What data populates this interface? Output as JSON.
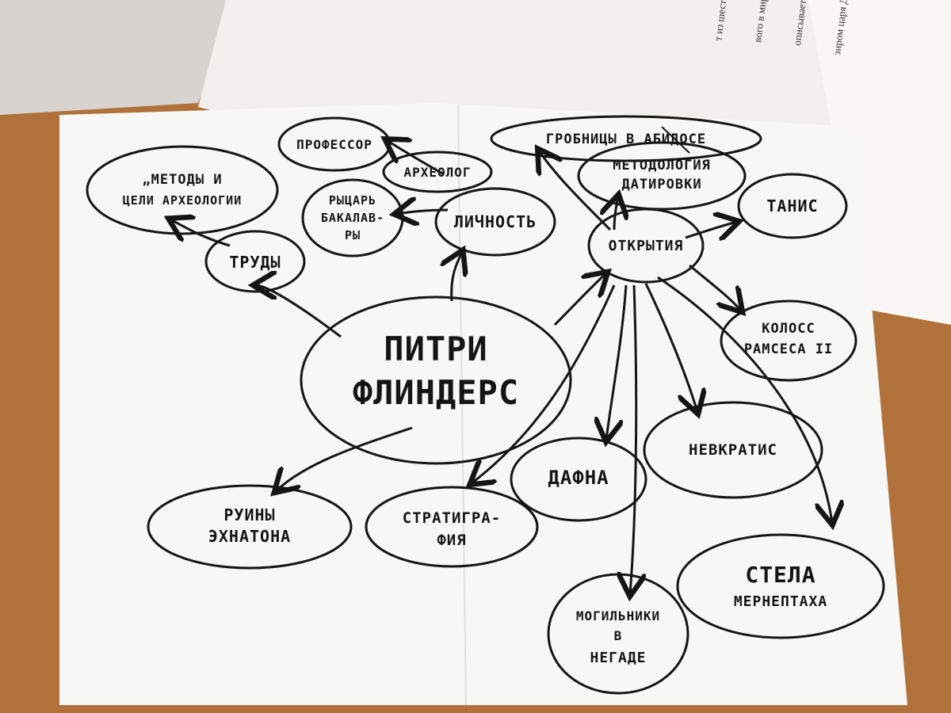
{
  "background_documents": {
    "top_right_sheet_lines": [
      "т из шести гробницей пирамиду, был фараон Джосер,",
      "вого в мире каменного с массивной прямоугольной ступенек. До постройки первой",
      "описывается Имхотепу - ают арабские скамейки - мастабы - и под этим",
      "зиром царя Джосера. Сл"
    ]
  },
  "mind_map": {
    "center": [
      "ПИТРИ",
      "ФЛИНДЕРС"
    ],
    "nodes": {
      "trudy": [
        "ТРУДЫ"
      ],
      "metody": [
        "„МЕТОДЫ И",
        "ЦЕЛИ АРХЕОЛОГИИ"
      ],
      "lichnost": [
        "ЛИЧНОСТЬ"
      ],
      "professor": [
        "ПРОФЕССОР"
      ],
      "arheolog": [
        "АРХЕОЛОГ"
      ],
      "rycar": [
        "РЫЦАРЬ",
        "БАКАЛАВ-",
        "РЫ"
      ],
      "otkrytiya": [
        "ОТКРЫТИЯ"
      ],
      "grobnicy": [
        "ГРОБНИЦЫ В АБИДОСЕ"
      ],
      "metodologiya": [
        "МЕТОДОЛОГИЯ",
        "ДАТИРОВКИ"
      ],
      "tanis": [
        "ТАНИС"
      ],
      "kolos": [
        "КОЛОСС",
        "РАМСЕСА II"
      ],
      "navkratis": [
        "НЕВКРАТИС"
      ],
      "dafna": [
        "ДАФНА"
      ],
      "stela": [
        "СТЕЛА",
        "МЕРНЕПТАХА"
      ],
      "mogilniki": [
        "МОГИЛЬНИКИ",
        "В",
        "НЕГАДЕ"
      ],
      "stratigrafiya": [
        "СТРАТИГРА-",
        "ФИЯ"
      ],
      "ruiny": [
        "РУИНЫ",
        "ЭХНАТОНА"
      ]
    }
  },
  "colors": {
    "table": "#b8773f",
    "paper": "#f7f7f5",
    "ink": "#151515"
  }
}
